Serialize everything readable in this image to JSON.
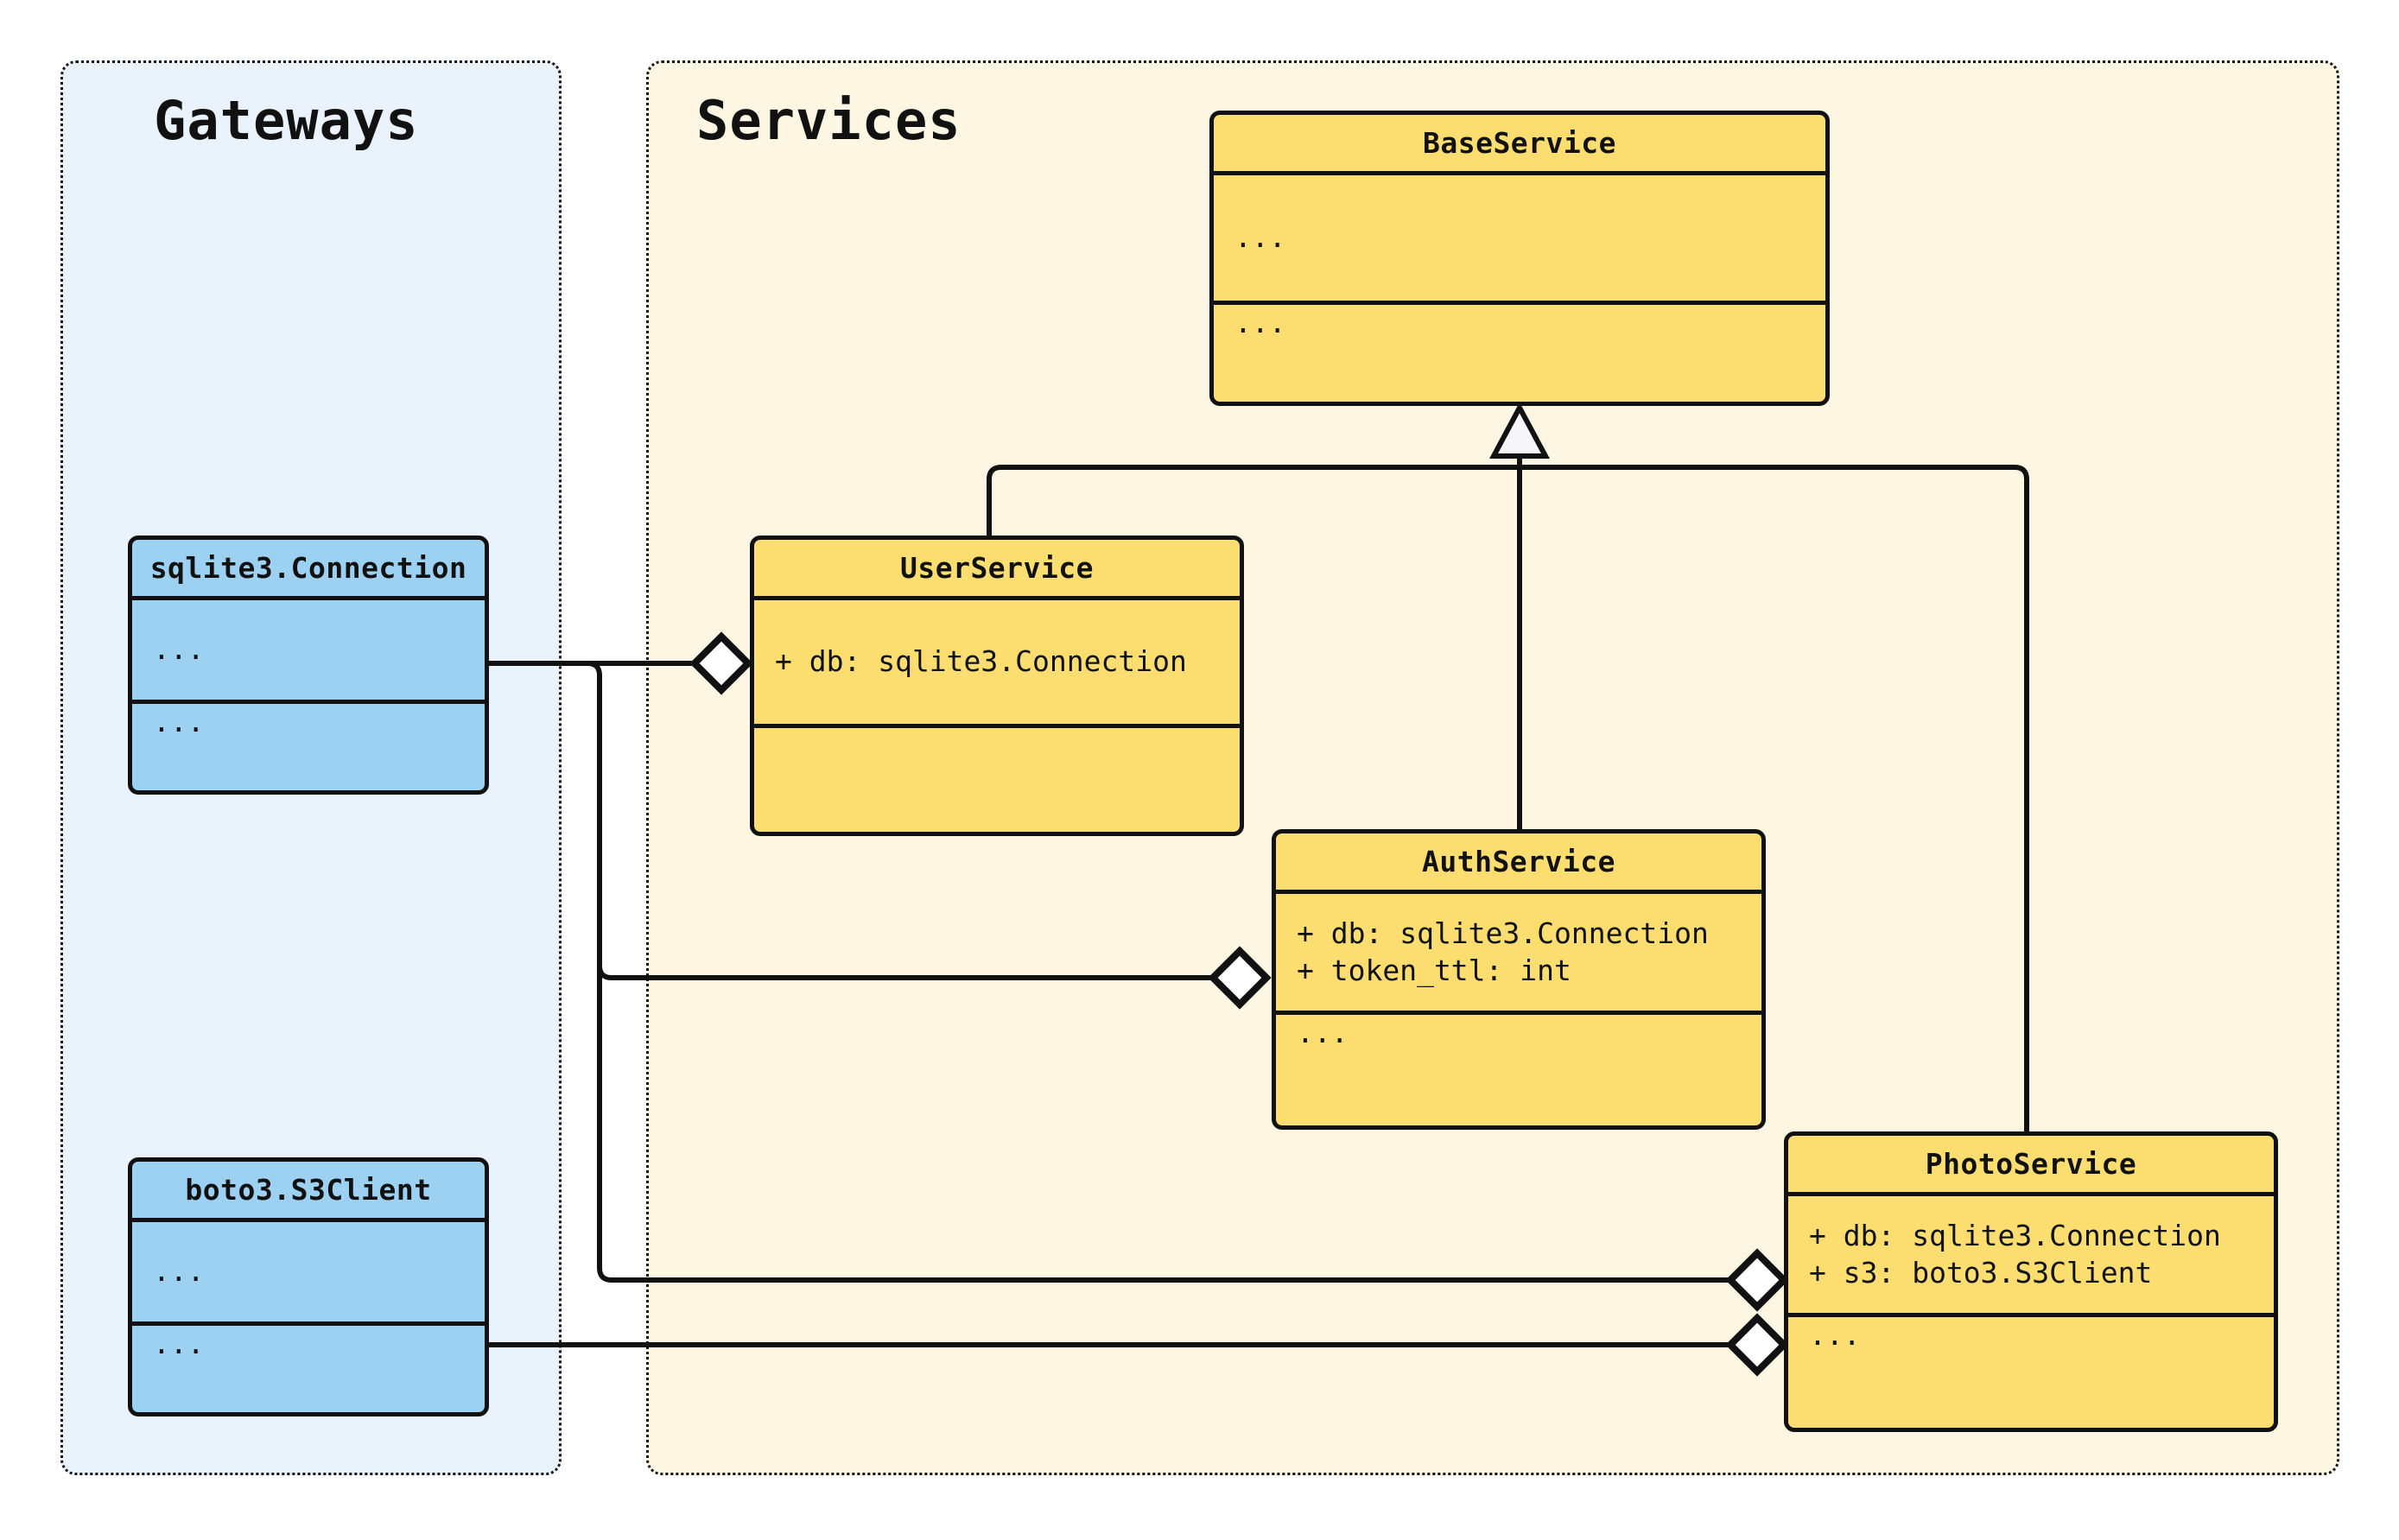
{
  "diagram": {
    "kind": "uml-class-diagram",
    "colors": {
      "gateway_panel_bg": "#EAF3FC",
      "service_panel_bg": "#FDF6E3",
      "gateway_class_fill": "#9DD1F1",
      "service_class_fill": "#FCDE70",
      "stroke": "#111111",
      "diamond_fill": "#FFFFFF",
      "arrowhead_fill": "#F5F5FA"
    }
  },
  "packages": {
    "gateways": {
      "title": "Gateways"
    },
    "services": {
      "title": "Services"
    }
  },
  "classes": {
    "sqlite3_connection": {
      "name": "sqlite3.Connection",
      "attributes": [
        "..."
      ],
      "methods": [
        "..."
      ]
    },
    "boto3_s3client": {
      "name": "boto3.S3Client",
      "attributes": [
        "..."
      ],
      "methods": [
        "..."
      ]
    },
    "base_service": {
      "name": "BaseService",
      "attributes": [
        "..."
      ],
      "methods": [
        "..."
      ]
    },
    "user_service": {
      "name": "UserService",
      "attributes": [
        "+ db: sqlite3.Connection"
      ],
      "methods": [
        ""
      ]
    },
    "auth_service": {
      "name": "AuthService",
      "attributes": [
        "+ db: sqlite3.Connection",
        "+ token_ttl: int"
      ],
      "methods": [
        "..."
      ]
    },
    "photo_service": {
      "name": "PhotoService",
      "attributes": [
        "+ db: sqlite3.Connection",
        "+ s3: boto3.S3Client"
      ],
      "methods": [
        "..."
      ]
    }
  },
  "relationships": [
    {
      "type": "generalization",
      "from": "UserService",
      "to": "BaseService"
    },
    {
      "type": "generalization",
      "from": "AuthService",
      "to": "BaseService"
    },
    {
      "type": "generalization",
      "from": "PhotoService",
      "to": "BaseService"
    },
    {
      "type": "aggregation",
      "from": "UserService",
      "to": "sqlite3.Connection"
    },
    {
      "type": "aggregation",
      "from": "AuthService",
      "to": "sqlite3.Connection"
    },
    {
      "type": "aggregation",
      "from": "PhotoService",
      "to": "sqlite3.Connection"
    },
    {
      "type": "aggregation",
      "from": "PhotoService",
      "to": "boto3.S3Client"
    }
  ]
}
